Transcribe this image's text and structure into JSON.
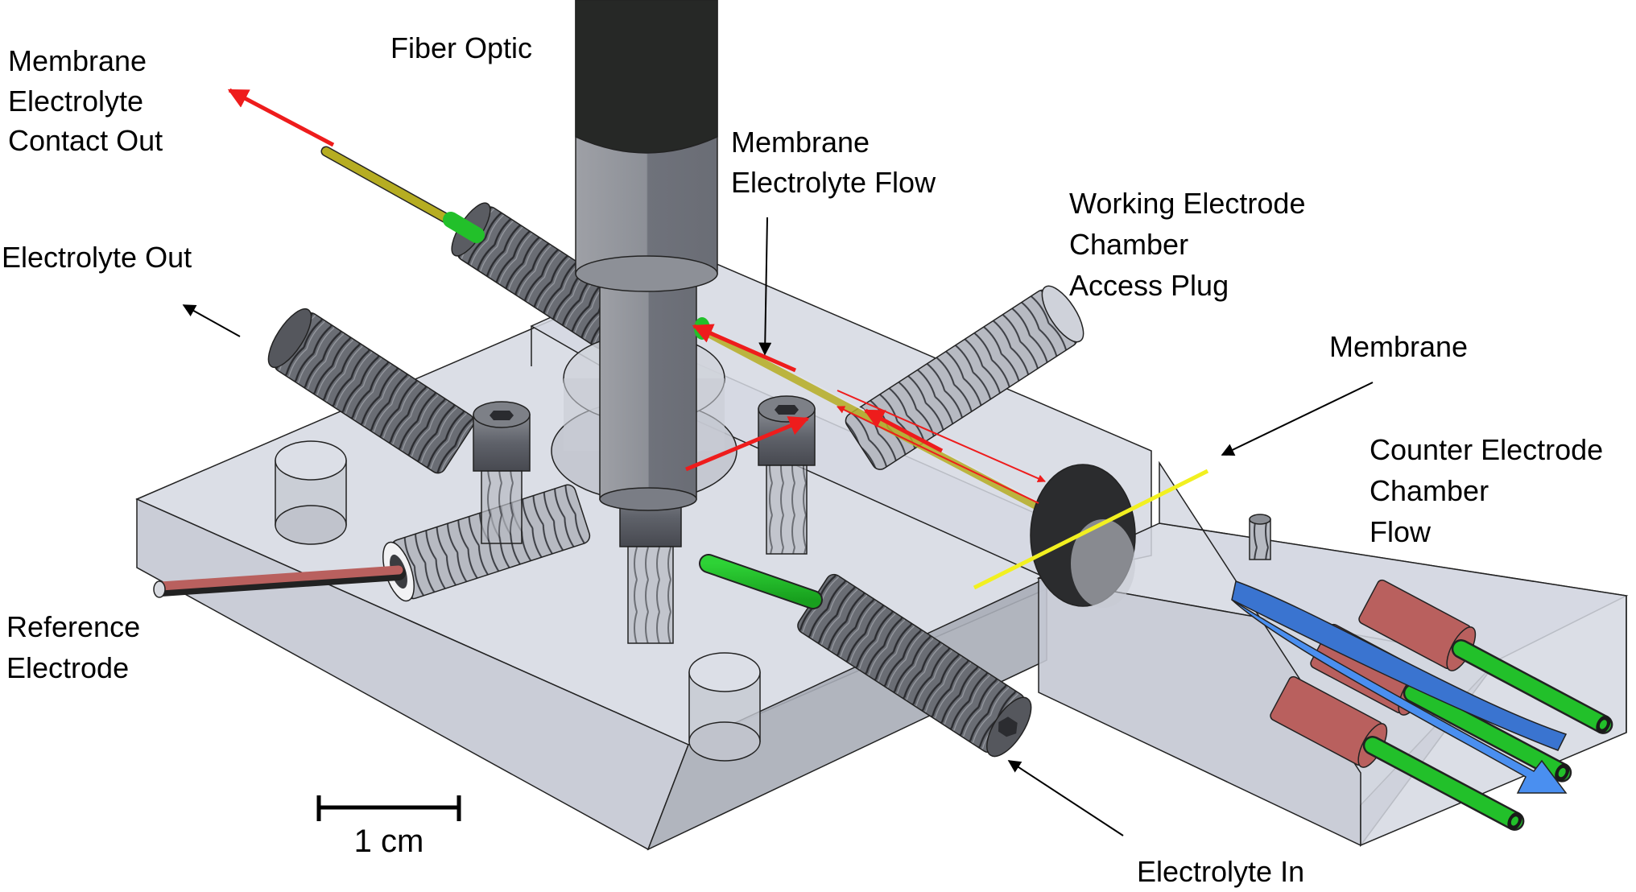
{
  "figure": {
    "labels": {
      "fiber_optic": [
        "Fiber Optic"
      ],
      "membrane_electrolyte_contact_out": [
        "Membrane",
        "Electrolyte",
        "Contact Out"
      ],
      "electrolyte_out": [
        "Electrolyte Out"
      ],
      "membrane_electrolyte_flow": [
        "Membrane",
        "Electrolyte Flow"
      ],
      "working_electrode_chamber_access_plug": [
        "Working Electrode",
        "Chamber",
        "Access Plug"
      ],
      "membrane": [
        "Membrane"
      ],
      "counter_electrode_chamber_flow": [
        "Counter Electrode",
        "Chamber",
        "Flow"
      ],
      "reference_electrode": [
        "Reference",
        "Electrode"
      ],
      "electrolyte_in": [
        "Electrolyte In"
      ]
    },
    "scale_bar": {
      "label": "1 cm"
    },
    "colors": {
      "flow_arrow_red": "#ee1c1c",
      "counter_flow_blue": "#3a74d0",
      "counter_flow_blue_light": "#4a8ff0",
      "tubing_green": "#22c02a",
      "fitting_red": "#b9605e",
      "electrolyte_contact_yellow": "#b6ad22",
      "membrane_yellow": "#f2f020",
      "fiber_black": "#262826",
      "fiber_grey": "#9a9ca2",
      "body_glass": "#d5d8e2",
      "screw_grey": "#6a6d74"
    }
  }
}
